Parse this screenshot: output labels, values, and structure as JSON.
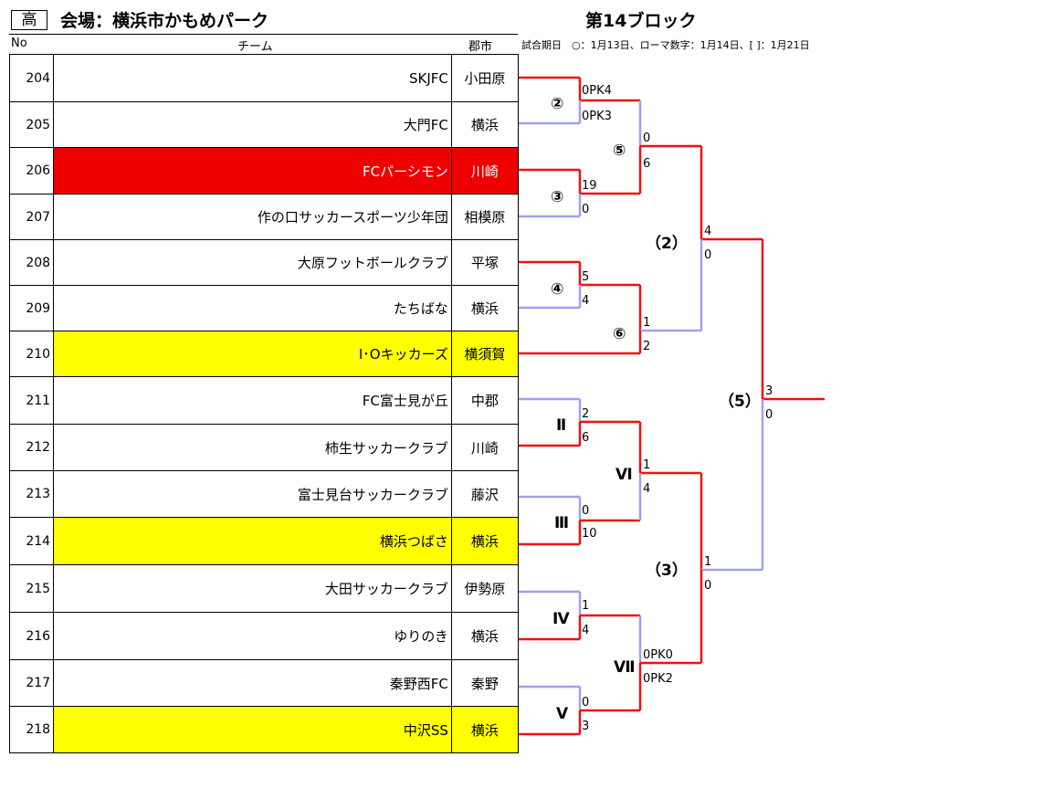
{
  "header": {
    "grade": "高",
    "venue": "会場：横浜市かもめパーク",
    "block": "第14ブロック",
    "legend": "試合期日　○：1月13日、ローマ数字：1月14日、[ ]：1月21日",
    "col_no": "No",
    "col_team": "チーム",
    "col_city": "郡市"
  },
  "teams": [
    {
      "no": "204",
      "name": "SKJFC",
      "city": "小田原",
      "hl": ""
    },
    {
      "no": "205",
      "name": "大門FC",
      "city": "横浜",
      "hl": ""
    },
    {
      "no": "206",
      "name": "FCパーシモン",
      "city": "川崎",
      "hl": "red"
    },
    {
      "no": "207",
      "name": "作の口サッカースポーツ少年団",
      "city": "相模原",
      "hl": ""
    },
    {
      "no": "208",
      "name": "大原フットボールクラブ",
      "city": "平塚",
      "hl": ""
    },
    {
      "no": "209",
      "name": "たちばな",
      "city": "横浜",
      "hl": ""
    },
    {
      "no": "210",
      "name": "I･Oキッカーズ",
      "city": "横須賀",
      "hl": "yellow"
    },
    {
      "no": "211",
      "name": "FC富士見が丘",
      "city": "中郡",
      "hl": ""
    },
    {
      "no": "212",
      "name": "柿生サッカークラブ",
      "city": "川崎",
      "hl": ""
    },
    {
      "no": "213",
      "name": "富士見台サッカークラブ",
      "city": "藤沢",
      "hl": ""
    },
    {
      "no": "214",
      "name": "横浜つばさ",
      "city": "横浜",
      "hl": "yellow"
    },
    {
      "no": "215",
      "name": "大田サッカークラブ",
      "city": "伊勢原",
      "hl": ""
    },
    {
      "no": "216",
      "name": "ゆりのき",
      "city": "横浜",
      "hl": ""
    },
    {
      "no": "217",
      "name": "秦野西FC",
      "city": "秦野",
      "hl": ""
    },
    {
      "no": "218",
      "name": "中沢SS",
      "city": "横浜",
      "hl": "yellow"
    }
  ],
  "colors": {
    "win_line": "#ee1111",
    "lose_line": "#a0a0ee",
    "red_fill": "#ee0000",
    "yellow_fill": "#ffff00"
  },
  "bracket": {
    "round_labels": [
      "②",
      "③",
      "④",
      "⑤",
      "⑥",
      "（2）",
      "Ⅱ",
      "Ⅲ",
      "Ⅳ",
      "Ⅴ",
      "Ⅵ",
      "Ⅶ",
      "（3）",
      "（5）"
    ],
    "scores": [
      "0PK4",
      "0PK3",
      "19",
      "0",
      "5",
      "4",
      "0",
      "6",
      "1",
      "2",
      "4",
      "0",
      "2",
      "6",
      "0",
      "10",
      "1",
      "4",
      "0",
      "3",
      "1",
      "4",
      "0PK0",
      "0PK2",
      "1",
      "0",
      "3",
      "0"
    ]
  }
}
